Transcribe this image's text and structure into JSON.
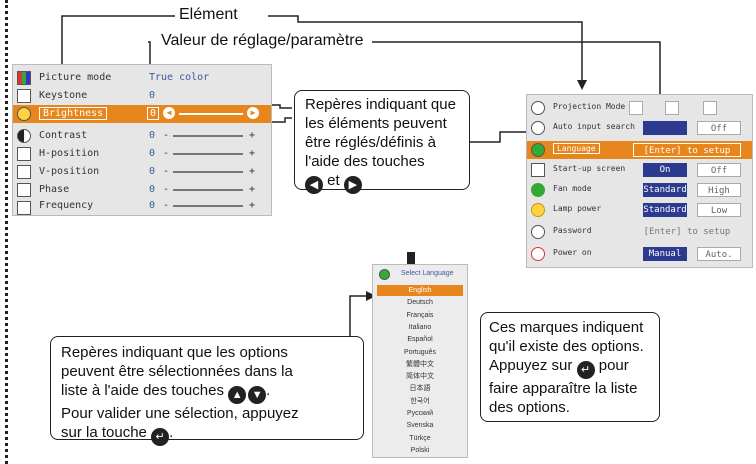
{
  "labels": {
    "element": "Elément",
    "value": "Valeur de réglage/paramètre"
  },
  "callouts": {
    "adjust": {
      "line1": "Repères indiquant que",
      "line2": "les éléments peuvent",
      "line3": "être réglés/définis à",
      "line4": "l'aide des touches",
      "et": "et"
    },
    "options": {
      "line1": "Ces marques indiquent",
      "line2": "qu'il existe des options.",
      "line3a": "Appuyez sur",
      "line3b": "pour",
      "line4": "faire apparaître la liste",
      "line5": "des options."
    },
    "select": {
      "line1": "Repères indiquant que les options",
      "line2": "peuvent être sélectionnées dans la",
      "line3": "liste à l'aide des touches",
      "line4": "Pour valider une sélection, appuyez",
      "line5a": "sur la touche"
    }
  },
  "left_menu": {
    "rows": [
      {
        "label": "Picture mode",
        "value": "True color"
      },
      {
        "label": "Keystone",
        "value": "0"
      },
      {
        "label": "Brightness",
        "value": "0",
        "level": 0.5
      },
      {
        "label": "Contrast",
        "value": "0",
        "level": 0.5
      },
      {
        "label": "H-position",
        "value": "0",
        "level": 0.5
      },
      {
        "label": "V-position",
        "value": "0",
        "level": 0.5
      },
      {
        "label": "Phase",
        "value": "0",
        "level": 0.5
      },
      {
        "label": "Frequency",
        "value": "0",
        "level": 0.5
      }
    ],
    "minus": "-",
    "plus": "+"
  },
  "right_menu": {
    "rows": [
      {
        "label": "Projection Mode"
      },
      {
        "label": "Auto input search",
        "opt1": "",
        "opt2": "Off"
      },
      {
        "label": "Language",
        "opt1": "[Enter] to setup"
      },
      {
        "label": "Start-up screen",
        "opt1": "On",
        "opt2": "Off"
      },
      {
        "label": "Fan mode",
        "opt1": "Standard",
        "opt2": "High"
      },
      {
        "label": "Lamp power",
        "opt1": "Standard",
        "opt2": "Low"
      },
      {
        "label": "Password",
        "opt1": "[Enter] to setup"
      },
      {
        "label": "Power on",
        "opt1": "Manual",
        "opt2": "Auto."
      }
    ]
  },
  "language_menu": {
    "title": "Select Language",
    "items": [
      "English",
      "Deutsch",
      "Français",
      "Italiano",
      "Español",
      "Português",
      "繁體中文",
      "简体中文",
      "日本語",
      "한국어",
      "Русский",
      "Svenska",
      "Türkçe",
      "Polski"
    ]
  },
  "colors": {
    "highlight": "#e8861e",
    "selected": "#2c3a8f",
    "value_text": "#3a5ba0"
  }
}
